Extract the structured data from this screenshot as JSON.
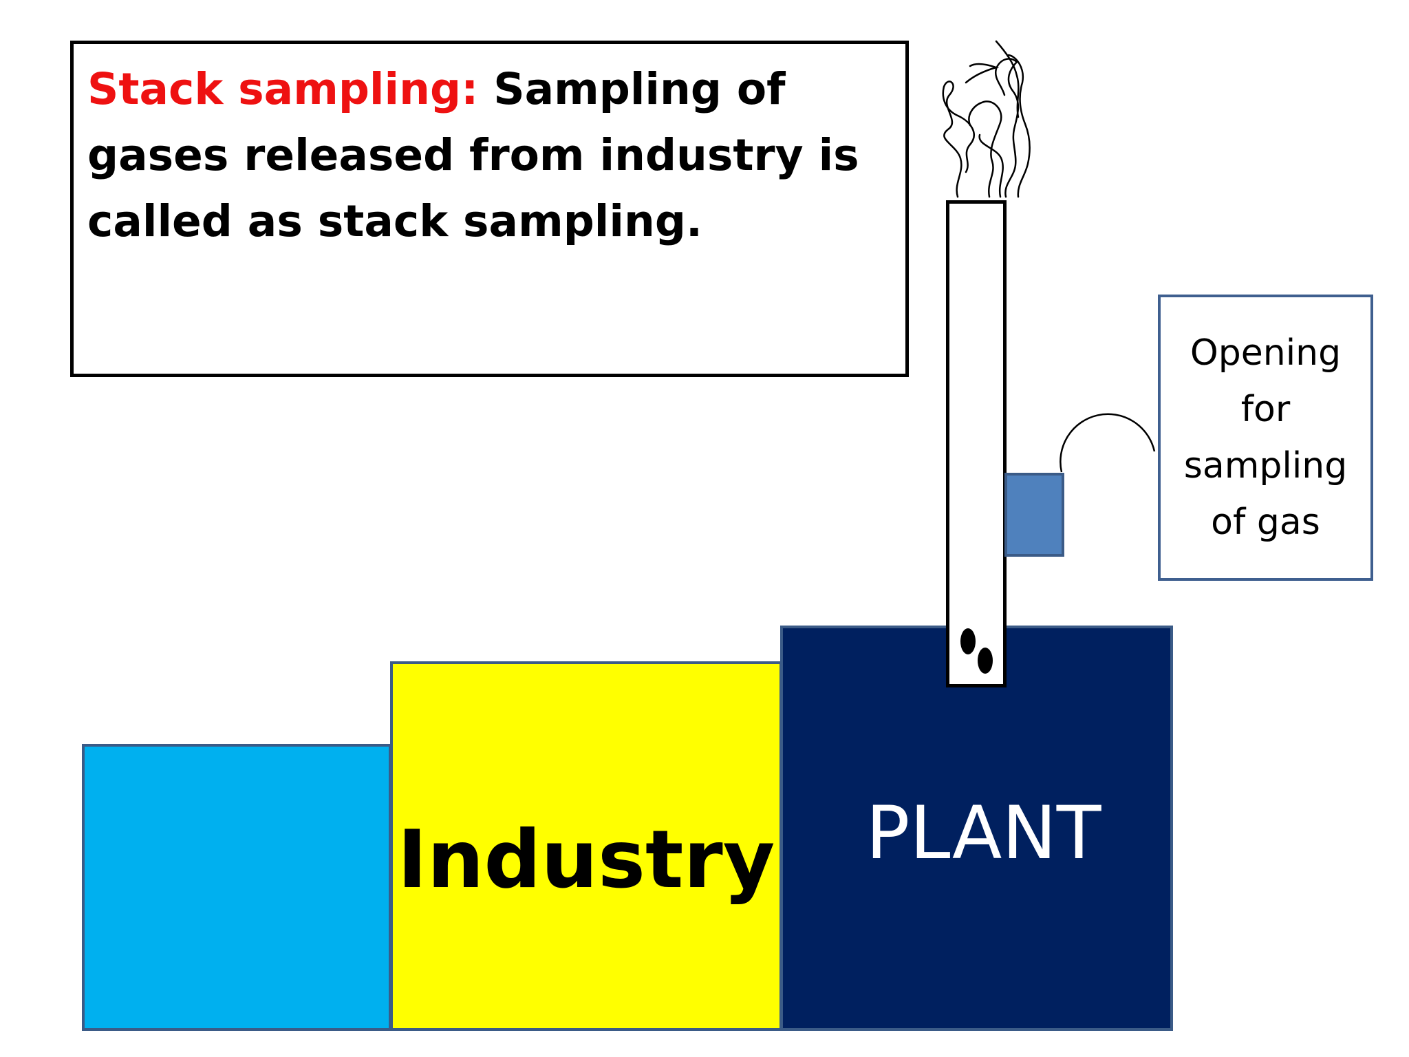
{
  "definition": {
    "term": "Stack sampling:",
    "text": "Sampling of gases released from industry is called as stack sampling."
  },
  "callout": {
    "line1": "Opening",
    "line2": "for",
    "line3": "sampling",
    "line4": "of gas"
  },
  "blocks": {
    "industry_label": "Industry",
    "plant_label": "PLANT"
  },
  "colors": {
    "term_red": "#ee1111",
    "left_block": "#00b0ef",
    "industry_block": "#ffff00",
    "plant_block": "#00205f",
    "port": "#4f81bd",
    "callout_border": "#3f5f8f"
  }
}
